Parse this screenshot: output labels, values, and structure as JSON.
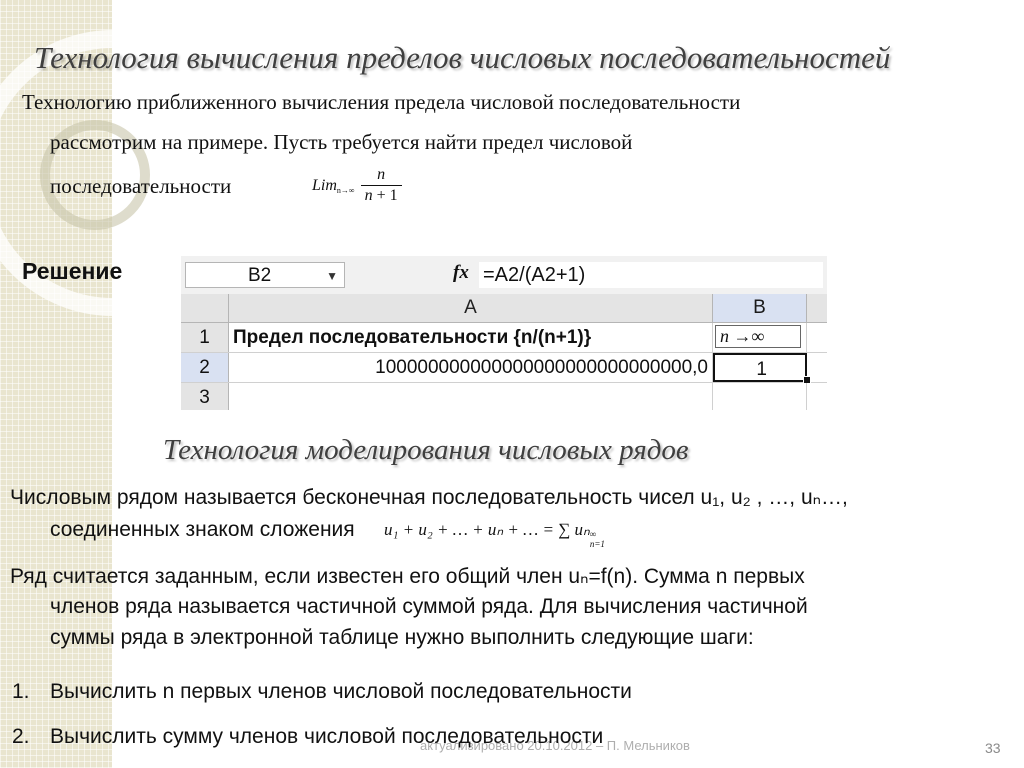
{
  "slide": {
    "title": "Технология вычисления пределов числовых последовательностей",
    "intro_line1": "Технологию приближенного вычисления предела числовой последовательности",
    "intro_line2": "рассмотрим на примере.  Пусть требуется найти предел числовой",
    "intro_line3": "последовательности",
    "limit_formula": {
      "lim": "Lim",
      "lim_sub": "n→∞",
      "numerator": "n",
      "denominator_var": "n",
      "denominator_rest": " + 1"
    },
    "solution_label": "Решение"
  },
  "spreadsheet": {
    "name_box": "B2",
    "fx_label": "fx",
    "formula": "=A2/(A2+1)",
    "columns": [
      "A",
      "B"
    ],
    "rows": [
      {
        "num": "1",
        "a": "Предел последовательности {n/(n+1)}",
        "b": "n →∞"
      },
      {
        "num": "2",
        "a": "100000000000000000000000000000,0",
        "b": "1"
      },
      {
        "num": "3",
        "a": "",
        "b": ""
      }
    ],
    "selected_color": "#d9e1f2"
  },
  "series": {
    "title": "Технология моделирования числовых рядов",
    "def_line1": "Числовым рядом называется бесконечная последовательность чисел u₁, u₂ , …, uₙ…,",
    "def_line2": "соединенных знаком сложения",
    "formula": "u₁ + u₂ + … + uₙ + … = ∑ uₙ",
    "sum_top": "∞",
    "sum_bottom": "n=1",
    "line3": "Ряд считается заданным, если известен его общий член uₙ=f(n). Сумма n первых",
    "line4": "членов ряда называется частичной суммой ряда. Для вычисления частичной",
    "line5": "суммы ряда в электронной таблице нужно выполнить следующие шаги:",
    "steps": [
      {
        "num": "1.",
        "text": "Вычислить n первых членов числовой последовательности"
      },
      {
        "num": "2.",
        "text": "Вычислить сумму членов числовой последовательности"
      }
    ]
  },
  "footer": {
    "text": "актуализировано 20.10.2012   –   П. Мельников",
    "page_number": "33"
  },
  "colors": {
    "title": "#3f3f3f",
    "deco": "#e9e5cf"
  }
}
